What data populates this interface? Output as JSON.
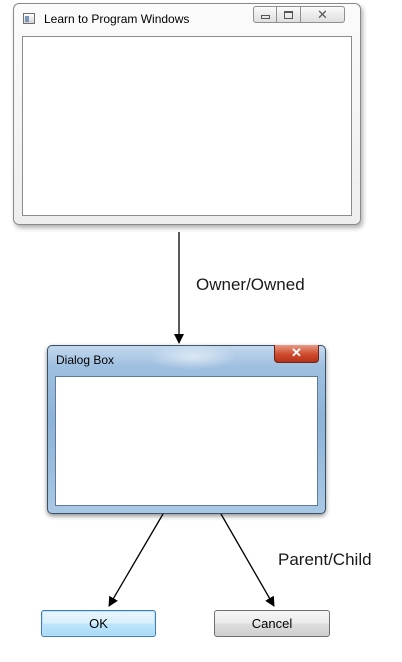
{
  "main_window": {
    "title": "Learn to Program Windows",
    "close_glyph": "✕"
  },
  "dialog": {
    "title": "Dialog Box",
    "close_glyph": "✕"
  },
  "labels": {
    "owner_owned": "Owner/Owned",
    "parent_child": "Parent/Child"
  },
  "buttons": {
    "ok": "OK",
    "cancel": "Cancel"
  },
  "icons": {
    "app_icon": "application-window-icon",
    "minimize": "minimize-icon",
    "maximize": "maximize-icon",
    "close": "close-icon"
  },
  "colors": {
    "dialog_frame": "#8db3d8",
    "close_button": "#cf4b2c",
    "ok_focus": "#3c7fb1",
    "arrow": "#000000"
  }
}
